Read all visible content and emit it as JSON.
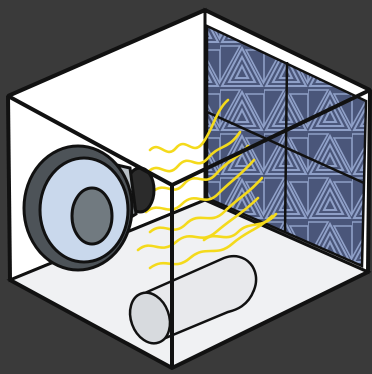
{
  "colors": {
    "background": "#3a3a3a",
    "box_face": "#ffffff",
    "box_shadow_face": "#f0f1f3",
    "outline": "#111111",
    "panel_fill": "#4a567a",
    "panel_stripe": "#8fa0c8",
    "speaker_cone": "#c9d8ec",
    "speaker_rim": "#4d5358",
    "speaker_dust_cap": "#717a80",
    "speaker_basket": "#b9c0c6",
    "magnet": "#2b2b2b",
    "port_tube": "#e8e9ec",
    "port_tube_end": "#d7dade",
    "sound_waves": "#f4da1c"
  },
  "icons": [
    "enclosure-box",
    "speaker-driver-icon",
    "acoustic-foam-panel-icon",
    "bass-port-tube-icon",
    "sound-wave-lines"
  ],
  "acoustic_panels": {
    "tiles": 4
  },
  "sound_waves": {
    "count": 8
  }
}
